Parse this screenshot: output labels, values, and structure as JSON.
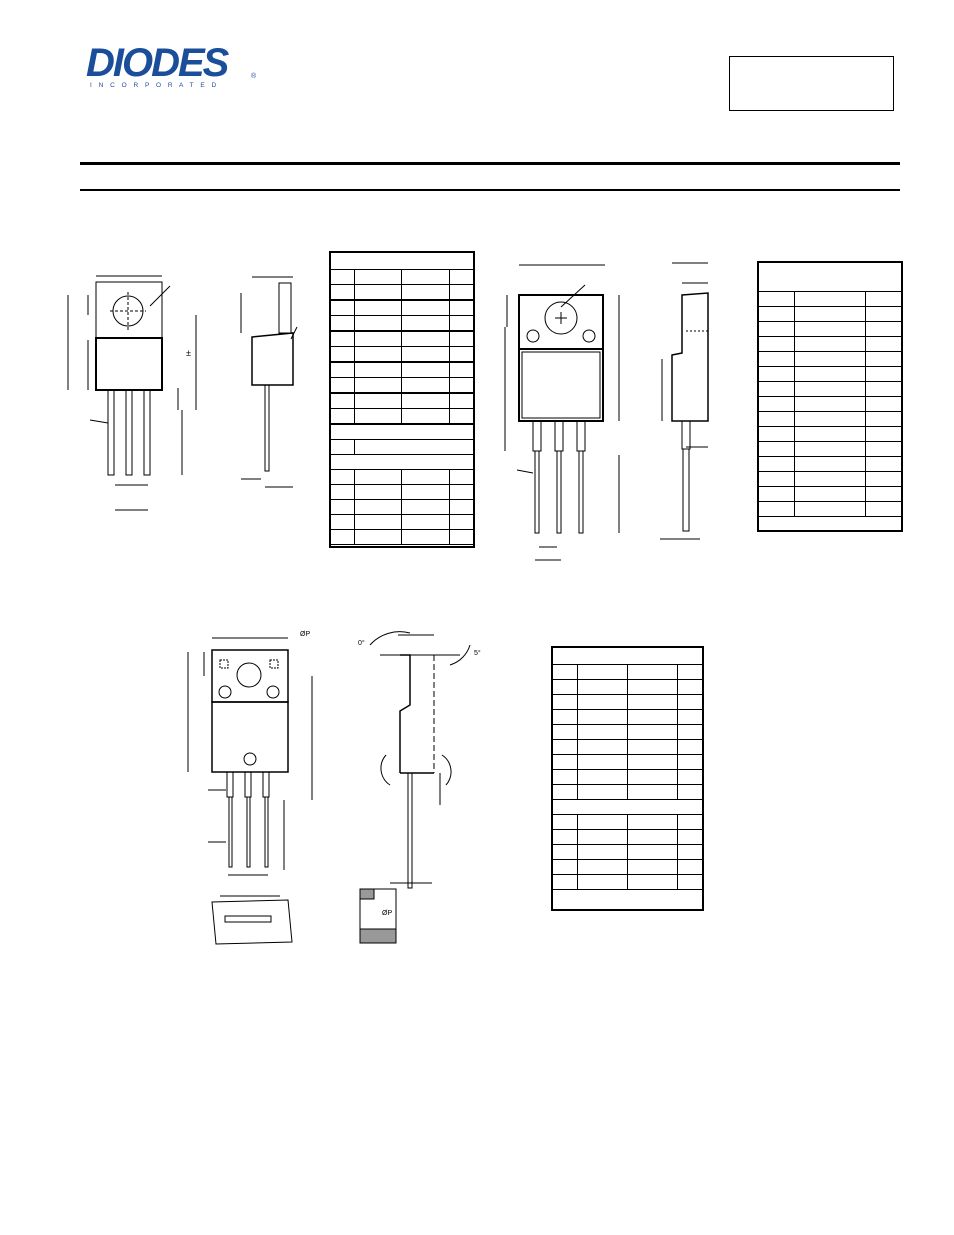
{
  "header": {
    "logo_text": "DIODES",
    "logo_subtext": "I N C O R P O R A T E D",
    "registered_mark": "®",
    "part_box_text": ""
  },
  "drawings": {
    "fp_label_top": "ØP",
    "fp_label_bottom": "ØP",
    "pm_symbol": "±",
    "angle_0": "0°",
    "angle_5": "5°"
  }
}
